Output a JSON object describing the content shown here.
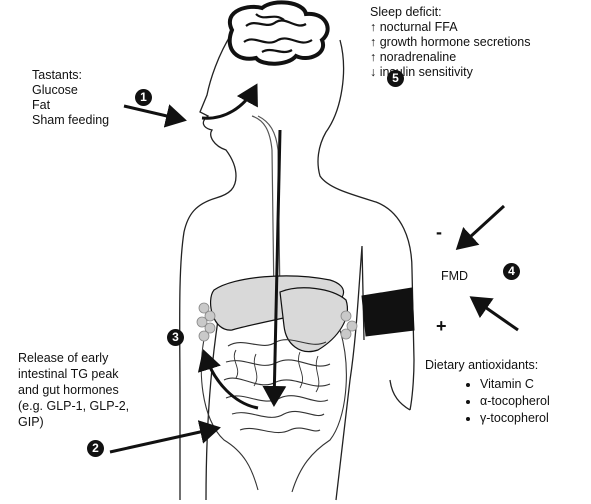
{
  "tastants": {
    "title": "Tastants:",
    "items": [
      "Glucose",
      "Fat",
      "Sham feeding"
    ]
  },
  "sleep": {
    "title": "Sleep deficit:",
    "items": [
      {
        "arrow": "↑",
        "text": "nocturnal FFA"
      },
      {
        "arrow": "↑",
        "text": "growth hormone secretions"
      },
      {
        "arrow": "↑",
        "text": "noradrenaline"
      },
      {
        "arrow": "↓",
        "text": "insulin sensitivity"
      }
    ]
  },
  "fmd": {
    "label": "FMD",
    "minus": "-",
    "plus": "+"
  },
  "release": {
    "lines": [
      "Release of early",
      "intestinal TG peak",
      "and gut hormones",
      "(e.g. GLP-1, GLP-2,",
      "GIP)"
    ]
  },
  "antioxidants": {
    "title": "Dietary antioxidants:",
    "items": [
      "Vitamin C",
      "α-tocopherol",
      "γ-tocopherol"
    ]
  },
  "markers": {
    "m1": "1",
    "m2": "2",
    "m3": "3",
    "m4": "4",
    "m5": "5"
  },
  "colors": {
    "ink": "#111111",
    "organ_fill": "#d9d9d9",
    "node_fill": "#c9c9c9",
    "cuff": "#111111"
  }
}
